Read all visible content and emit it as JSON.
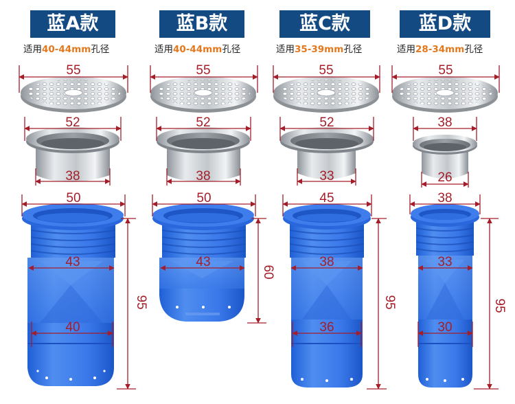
{
  "variants": [
    {
      "badge": "蓝A款",
      "range_prefix": "适用",
      "range_value": "40-44mm",
      "range_suffix": "孔径",
      "grate_dia": "55",
      "cup_top_dia": "52",
      "cup_bottom_dia": "38",
      "seal_top_dia": "50",
      "seal_mid_dia": "43",
      "seal_bottom_dia": "40",
      "seal_length": "95"
    },
    {
      "badge": "蓝B款",
      "range_prefix": "适用",
      "range_value": "40-44mm",
      "range_suffix": "孔径",
      "grate_dia": "55",
      "cup_top_dia": "52",
      "cup_bottom_dia": "38",
      "seal_top_dia": "50",
      "seal_mid_dia": "43",
      "seal_length": "60"
    },
    {
      "badge": "蓝C款",
      "range_prefix": "适用",
      "range_value": "35-39mm",
      "range_suffix": "孔径",
      "grate_dia": "55",
      "cup_top_dia": "52",
      "cup_bottom_dia": "33",
      "seal_top_dia": "45",
      "seal_mid_dia": "38",
      "seal_bottom_dia": "36",
      "seal_length": "95"
    },
    {
      "badge": "蓝D款",
      "range_prefix": "适用",
      "range_value": "28-34mm",
      "range_suffix": "孔径",
      "grate_dia": "55",
      "cup_top_dia": "38",
      "cup_bottom_dia": "26",
      "seal_top_dia": "38",
      "seal_mid_dia": "33",
      "seal_bottom_dia": "30",
      "seal_length": "95"
    }
  ],
  "colors": {
    "badge_bg": "#134a82",
    "range_highlight": "#e4781d",
    "dimension": "#a51d28",
    "seal_blue": "#2f6fe0",
    "steel": "#b9bdc2"
  }
}
